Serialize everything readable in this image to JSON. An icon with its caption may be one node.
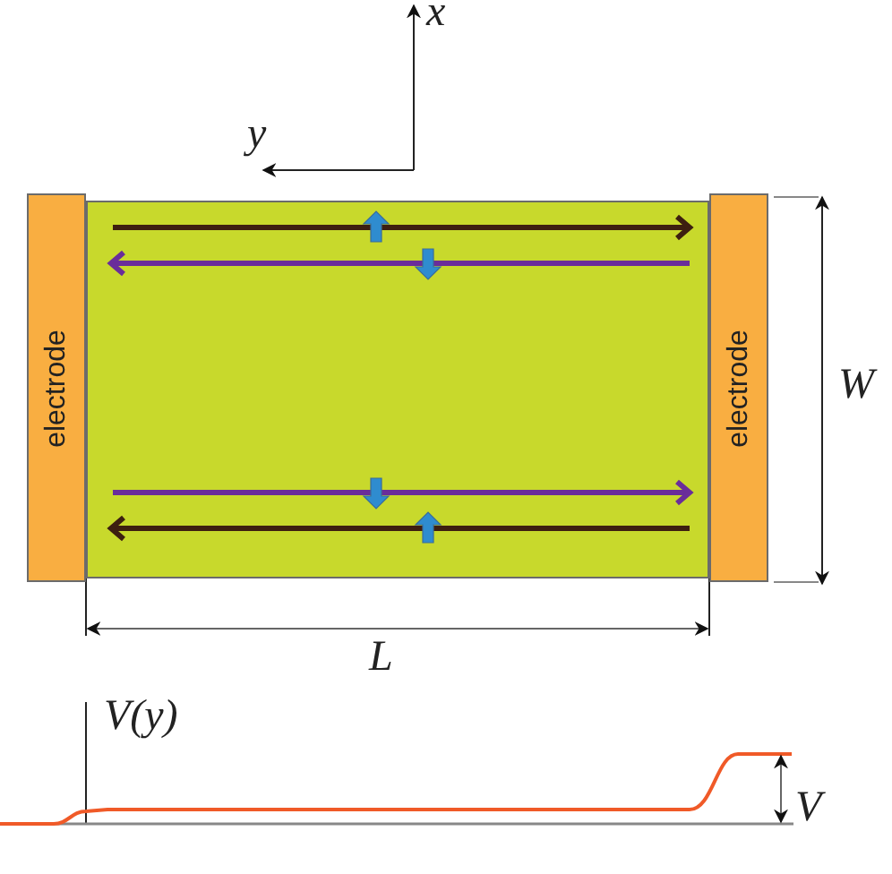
{
  "diagram": {
    "nodes": [
      {
        "text": [
          "electrode"
        ]
      },
      {
        "text": [],
        "shape": "box"
      },
      {
        "text": [
          "electrode"
        ]
      }
    ],
    "labels": [
      "x",
      "y",
      "W",
      "L",
      "V(y)",
      "V"
    ]
  }
}
